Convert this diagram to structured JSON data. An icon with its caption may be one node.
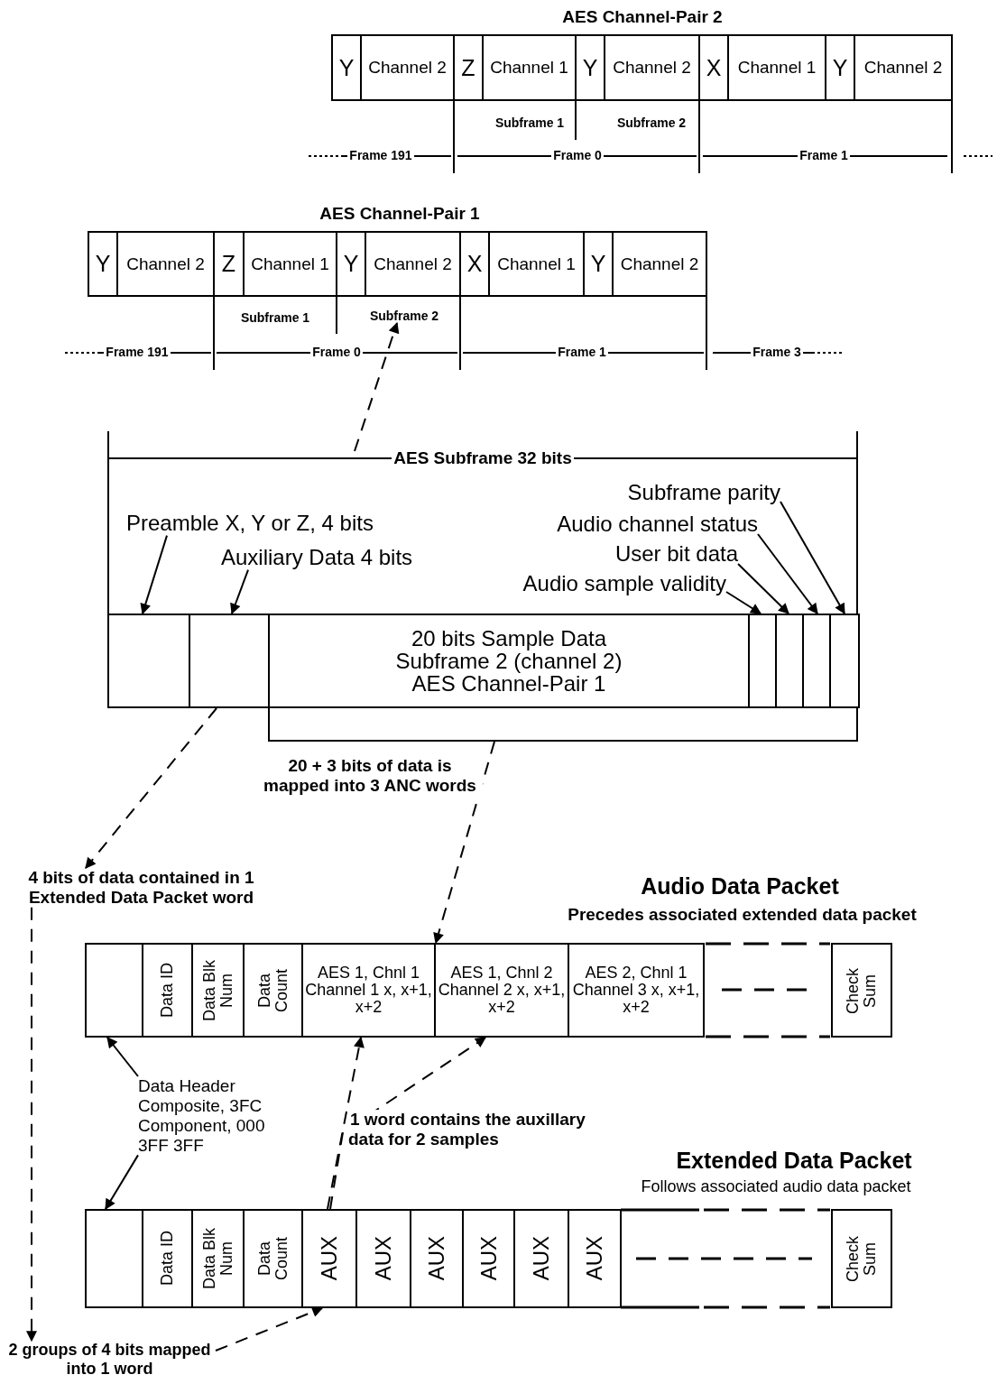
{
  "diagram": {
    "nodes": [
      {
        "text": [
          "Y"
        ]
      },
      {
        "text": [
          "Channel 2"
        ]
      },
      {
        "text": [
          "Z"
        ]
      },
      {
        "text": [
          "Channel 1"
        ]
      },
      {
        "text": [
          "Y"
        ]
      },
      {
        "text": [
          "Channel 2"
        ]
      },
      {
        "text": [
          "X"
        ]
      },
      {
        "text": [
          "Channel 1"
        ]
      },
      {
        "text": [
          "Y"
        ]
      },
      {
        "text": [
          "Channel 2"
        ]
      },
      {
        "text": [
          "Y"
        ]
      },
      {
        "text": [
          "Channel 2"
        ]
      },
      {
        "text": [
          "Z"
        ]
      },
      {
        "text": [
          "Channel 1"
        ]
      },
      {
        "text": [
          "Y"
        ]
      },
      {
        "text": [
          "Channel 2"
        ]
      },
      {
        "text": [
          "X"
        ]
      },
      {
        "text": [
          "Channel 1"
        ]
      },
      {
        "text": [
          "Y"
        ]
      },
      {
        "text": [
          "Channel 2"
        ]
      },
      {
        "text": [
          "Subframe 2"
        ]
      },
      {
        "text": [
          "Subframe parity"
        ]
      },
      {
        "text": [
          "Preamble X, Y or Z, 4 bits"
        ]
      },
      {
        "text": [
          "Audio channel status"
        ]
      },
      {
        "text": [
          "User bit data"
        ]
      },
      {
        "text": [
          "Auxiliary Data 4 bits"
        ]
      },
      {
        "text": [
          "Audio sample validity"
        ]
      },
      {
        "text": [],
        "shape": "box"
      },
      {
        "text": [],
        "shape": "box"
      },
      {
        "text": [
          "20 bits Sample Data Subframe 2 (channel 2) AES Channel-Pair 1"
        ]
      },
      {
        "text": [],
        "shape": "box"
      },
      {
        "text": [],
        "shape": "box"
      },
      {
        "text": [],
        "shape": "box"
      },
      {
        "text": [],
        "shape": "box"
      },
      {
        "text": [
          "4 bits of data contained in 1 Extended Data Packet word"
        ]
      },
      {
        "text": [],
        "shape": "box"
      },
      {
        "text": [
          "Data ID"
        ]
      },
      {
        "text": [
          "Data Blk Num"
        ]
      },
      {
        "text": [
          "Data Count"
        ]
      },
      {
        "text": [
          "AES 1, Chnl 1 Channel 1 x, x+1, x+2"
        ]
      },
      {
        "text": [
          "AES 1, Chnl 2 Channel 2 x, x+1, x+2"
        ]
      },
      {
        "text": [
          "AES 2, Chnl 1 Channel 3 x, x+1, x+2"
        ]
      },
      {
        "text": [
          "Check Sum"
        ]
      },
      {
        "text": [
          "Data Header Composite, 3FC Component, 000 3FF 3FF"
        ]
      },
      {
        "text": [],
        "shape": "box"
      },
      {
        "text": [
          "Data ID"
        ]
      },
      {
        "text": [
          "Data Blk Num"
        ]
      },
      {
        "text": [
          "Data Count"
        ]
      },
      {
        "text": [
          "AUX"
        ]
      },
      {
        "text": [
          "AUX"
        ]
      },
      {
        "text": [
          "AUX"
        ]
      },
      {
        "text": [
          "AUX"
        ]
      },
      {
        "text": [
          "AUX"
        ]
      },
      {
        "text": [
          "AUX"
        ]
      },
      {
        "text": [
          "Check Sum"
        ]
      },
      {
        "text": [
          "2 groups of 4 bits mapped into 1 word"
        ]
      },
      {
        "text": [],
        "shape": "bracket"
      }
    ],
    "edges": [
      {
        "from": null,
        "to": 20,
        "arrow": "to",
        "style": "dashed"
      },
      {
        "from": 22,
        "to": 27,
        "arrow": "to"
      },
      {
        "from": 25,
        "to": 28,
        "arrow": "to"
      },
      {
        "from": 21,
        "to": 33,
        "arrow": "to"
      },
      {
        "from": 23,
        "to": 32,
        "arrow": "to"
      },
      {
        "from": 24,
        "to": 31,
        "arrow": "to"
      },
      {
        "from": 26,
        "to": 30,
        "arrow": "to"
      },
      {
        "from": 28,
        "to": 34,
        "arrow": "to",
        "style": "dashed"
      },
      {
        "from": 56,
        "to": 39,
        "arrow": "to",
        "style": "dashed",
        "label": "20 + 3 bits of data is mapped into 3 ANC words"
      },
      {
        "from": 34,
        "to": 55,
        "arrow": "to",
        "style": "dashed"
      },
      {
        "from": 43,
        "to": 35,
        "arrow": "to"
      },
      {
        "from": 43,
        "to": 44,
        "arrow": "to"
      },
      {
        "from": 48,
        "to": 39,
        "arrow": "to",
        "style": "dashed"
      },
      {
        "from": 48,
        "to": 40,
        "arrow": "to",
        "style": "dashed"
      },
      {
        "from": 55,
        "to": 48,
        "arrow": "to",
        "style": "dashed"
      }
    ],
    "labels": [
      "AES Channel-Pair 2",
      "Subframe 1",
      "Subframe 2",
      "Frame 191",
      "Frame 0",
      "Frame 1",
      "AES Channel-Pair 1",
      "Subframe 1",
      "Frame 191",
      "Frame 0",
      "Frame 1",
      "Frame 3",
      "AES Subframe 32 bits",
      "Audio Data Packet",
      "Precedes associated extended data packet",
      "1 word contains the auxillary data for 2 samples",
      "Extended Data Packet",
      "Follows associated audio data packet"
    ]
  }
}
